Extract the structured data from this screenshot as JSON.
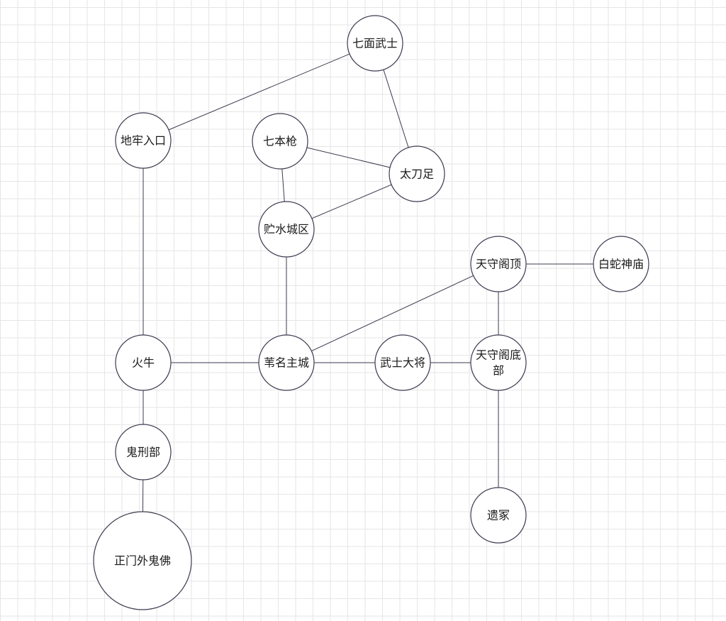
{
  "diagram": {
    "colors": {
      "stroke": "#3b3b4f",
      "fill": "#ffffff",
      "grid": "#e6e6e6"
    },
    "nodes": [
      {
        "id": "qimian",
        "label": "七面武士"
      },
      {
        "id": "dilao",
        "label": "地牢入口"
      },
      {
        "id": "qiben",
        "label": "七本枪"
      },
      {
        "id": "taidao",
        "label": "太刀足"
      },
      {
        "id": "zhushui",
        "label": "贮水城区"
      },
      {
        "id": "tianding",
        "label": "天守阁顶"
      },
      {
        "id": "baishe",
        "label": "白蛇神庙"
      },
      {
        "id": "huoniu",
        "label": "火牛"
      },
      {
        "id": "weiming",
        "label": "苇名主城"
      },
      {
        "id": "wushi",
        "label": "武士大将"
      },
      {
        "id": "tiandi",
        "label": [
          "天守阁底",
          "部"
        ]
      },
      {
        "id": "guixing",
        "label": "鬼刑部"
      },
      {
        "id": "zhengmen",
        "label": "正门外鬼佛"
      },
      {
        "id": "yizhong",
        "label": "遗冢"
      }
    ],
    "edges": [
      [
        "dilao",
        "qimian"
      ],
      [
        "qimian",
        "taidao"
      ],
      [
        "qiben",
        "taidao"
      ],
      [
        "qiben",
        "zhushui"
      ],
      [
        "zhushui",
        "taidao"
      ],
      [
        "zhushui",
        "weiming"
      ],
      [
        "dilao",
        "huoniu"
      ],
      [
        "huoniu",
        "weiming"
      ],
      [
        "weiming",
        "wushi"
      ],
      [
        "wushi",
        "tiandi"
      ],
      [
        "weiming",
        "tianding"
      ],
      [
        "tianding",
        "baishe"
      ],
      [
        "tianding",
        "tiandi"
      ],
      [
        "tiandi",
        "yizhong"
      ],
      [
        "huoniu",
        "guixing"
      ],
      [
        "guixing",
        "zhengmen"
      ]
    ]
  }
}
